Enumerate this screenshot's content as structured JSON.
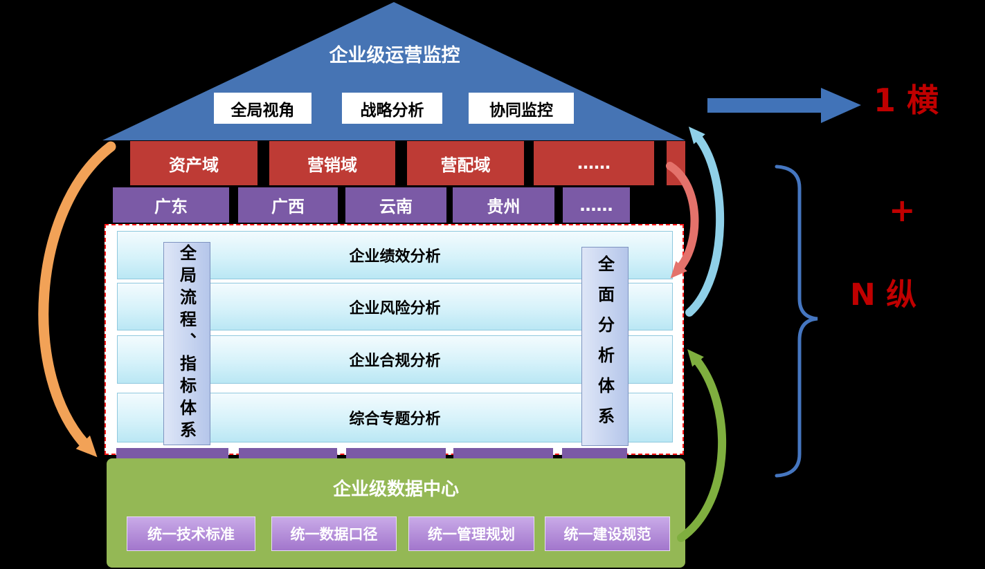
{
  "roof": {
    "title": "企业级运营监控",
    "items": [
      "全局视角",
      "战略分析",
      "协同监控"
    ]
  },
  "domains": {
    "items": [
      "资产域",
      "营销域",
      "营配域",
      "……"
    ]
  },
  "provinces": {
    "items": [
      "广东",
      "广西",
      "云南",
      "贵州",
      "……"
    ]
  },
  "analysis": {
    "left_axis": "全局流程、指标体系",
    "right_axis": "全面分析体系",
    "bars": [
      "企业绩效分析",
      "企业风险分析",
      "企业合规分析",
      "综合专题分析"
    ]
  },
  "data_center": {
    "title": "企业级数据中心",
    "items": [
      "统一技术标准",
      "统一数据口径",
      "统一管理规划",
      "统一建设规范"
    ]
  },
  "annotations": {
    "one_horizontal": "1 横",
    "plus": "+",
    "n_vertical": "N 纵"
  },
  "colors": {
    "background": "#000000",
    "roof_blue": "#4674B4",
    "domain_red": "#BE3B35",
    "province_purple": "#7B5AA6",
    "bar_blue_light": "#E9F8FD",
    "bar_blue": "#BAE7F4",
    "axis_lavender": "#C5D2EE",
    "dashed_border_red": "#FF1A1A",
    "green": "#94B855",
    "standard_purple": "#AC82D4",
    "annotation_red": "#C00000",
    "arrow_blue": "#4173B8",
    "brace_blue": "#4576C0",
    "arrow_orange": "#F2A257",
    "arrow_pink": "#E4726B",
    "arrow_cyan": "#8FD0E8",
    "arrow_green": "#7FAF3F"
  }
}
